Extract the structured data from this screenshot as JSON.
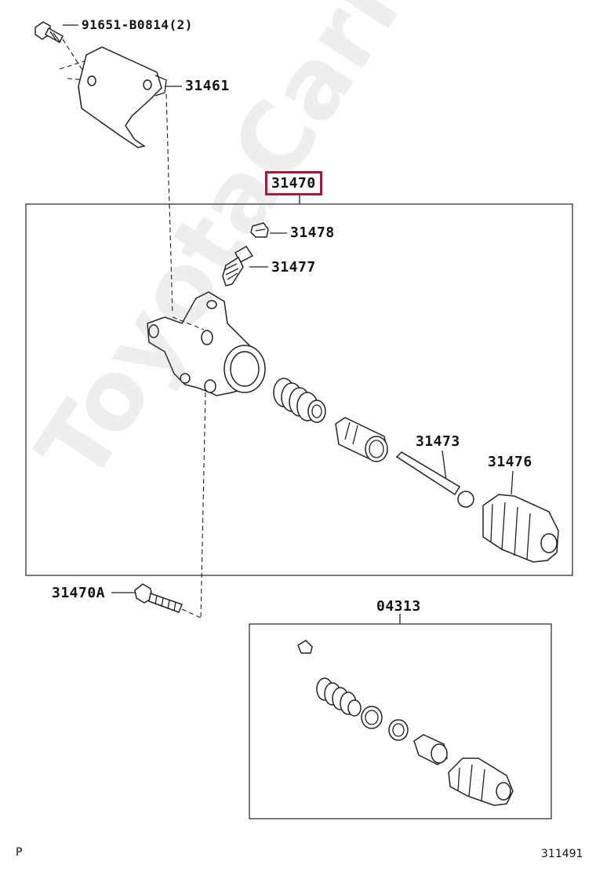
{
  "labels": {
    "bolt_top": "91651-B0814(2)",
    "bracket": "31461",
    "assembly": "31470",
    "cap": "31478",
    "bleeder": "31477",
    "push_rod": "31473",
    "boot": "31476",
    "bolt_bottom": "31470A",
    "kit": "04313"
  },
  "corner": {
    "left": "P",
    "right": "311491"
  },
  "watermark": "ToyotaCarMine.ru",
  "colors": {
    "highlight": "#9b1b3a",
    "line": "#222222"
  }
}
